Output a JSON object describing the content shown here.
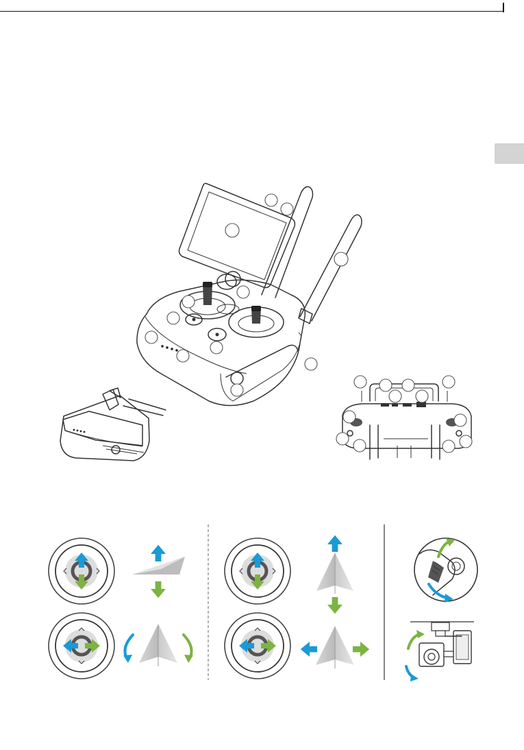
{
  "page": {
    "top_rule": "header-rule",
    "side_tab": "language-tab",
    "icons": {
      "remote_main": "remote-controller-illustration",
      "remote_folded": "remote-controller-folded-illustration",
      "remote_rear": "remote-controller-rear-illustration",
      "stick_up_down": "control-stick-up-down-icon",
      "stick_left_right": "control-stick-left-right-icon",
      "aircraft_climb": "aircraft-climb-icon",
      "aircraft_yaw": "aircraft-yaw-icon",
      "aircraft_forward": "aircraft-forward-backward-icon",
      "aircraft_sideways": "aircraft-left-right-icon",
      "gimbal_dial": "gimbal-dial-icon",
      "gimbal_camera": "gimbal-camera-tilt-icon"
    },
    "colors": {
      "arrow_blue": "#1a9ad6",
      "arrow_green": "#7cb342",
      "callout_stroke": "#555555",
      "tab_gray": "#d4d4d4"
    }
  }
}
